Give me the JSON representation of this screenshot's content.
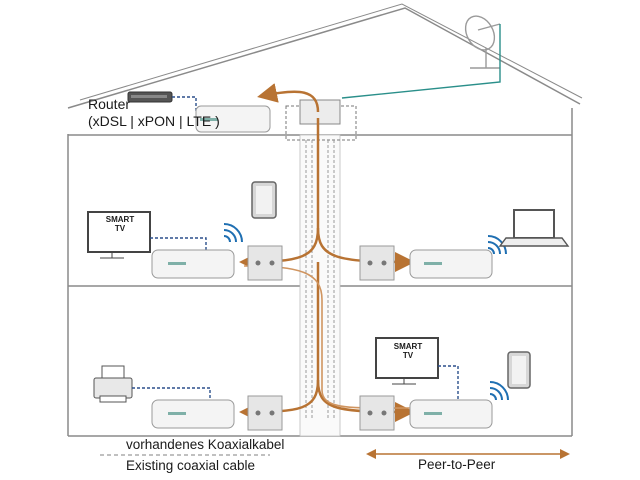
{
  "labels": {
    "router_line1": "Router",
    "router_line2": "(xDSL | xPON | LTE )",
    "smart_tv_1_line1": "SMART",
    "smart_tv_1_line2": "TV",
    "smart_tv_2_line1": "SMART",
    "smart_tv_2_line2": "TV",
    "legend_coax_de": "vorhandenes Koaxialkabel",
    "legend_coax_en": "Existing coaxial cable",
    "peer_to_peer": "Peer-to-Peer"
  },
  "colors": {
    "house_outline": "#8a8a8a",
    "coax_cable": "#b87333",
    "dashed_link": "#2b4f8c",
    "satellite_line": "#2a8f8a",
    "wifi": "#1f6fb2",
    "adapter_body": "#f4f4f4",
    "wall_socket": "#e6e6e6"
  },
  "icons": [
    "satellite-dish-icon",
    "router-icon",
    "smart-tv-icon",
    "tablet-icon",
    "laptop-icon",
    "printer-icon",
    "wifi-icon",
    "coax-adapter-icon",
    "wall-socket-icon"
  ]
}
